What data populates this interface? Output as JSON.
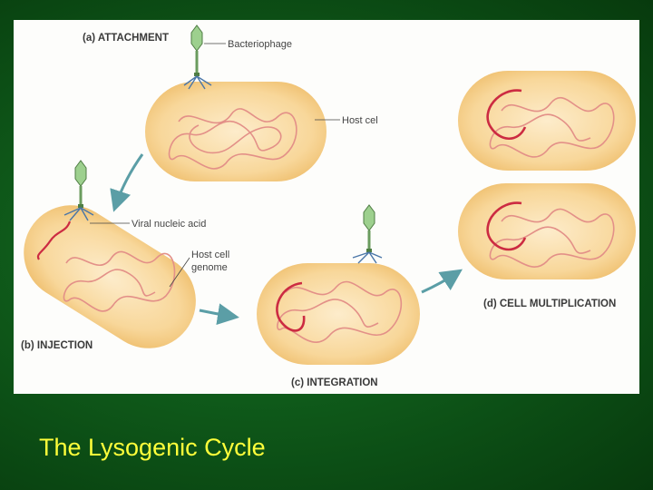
{
  "slide": {
    "title": "The Lysogenic Cycle",
    "colors": {
      "background": "#0f5a1a",
      "title": "#ffff3a",
      "cell": "#f8d79a",
      "host_dna": "#e39088",
      "viral_dna": "#cc2b42",
      "arrow": "#5b9ea6"
    }
  },
  "diagram": {
    "stages": {
      "attachment": "(a) ATTACHMENT",
      "injection": "(b) INJECTION",
      "integration": "(c) INTEGRATION",
      "multiplication": "(d) CELL MULTIPLICATION"
    },
    "callouts": {
      "bacteriophage": "Bacteriophage",
      "host_cell": "Host cel",
      "viral_nucleic_acid": "Viral nucleic acid",
      "host_genome_line1": "Host cell",
      "host_genome_line2": "genome"
    }
  }
}
